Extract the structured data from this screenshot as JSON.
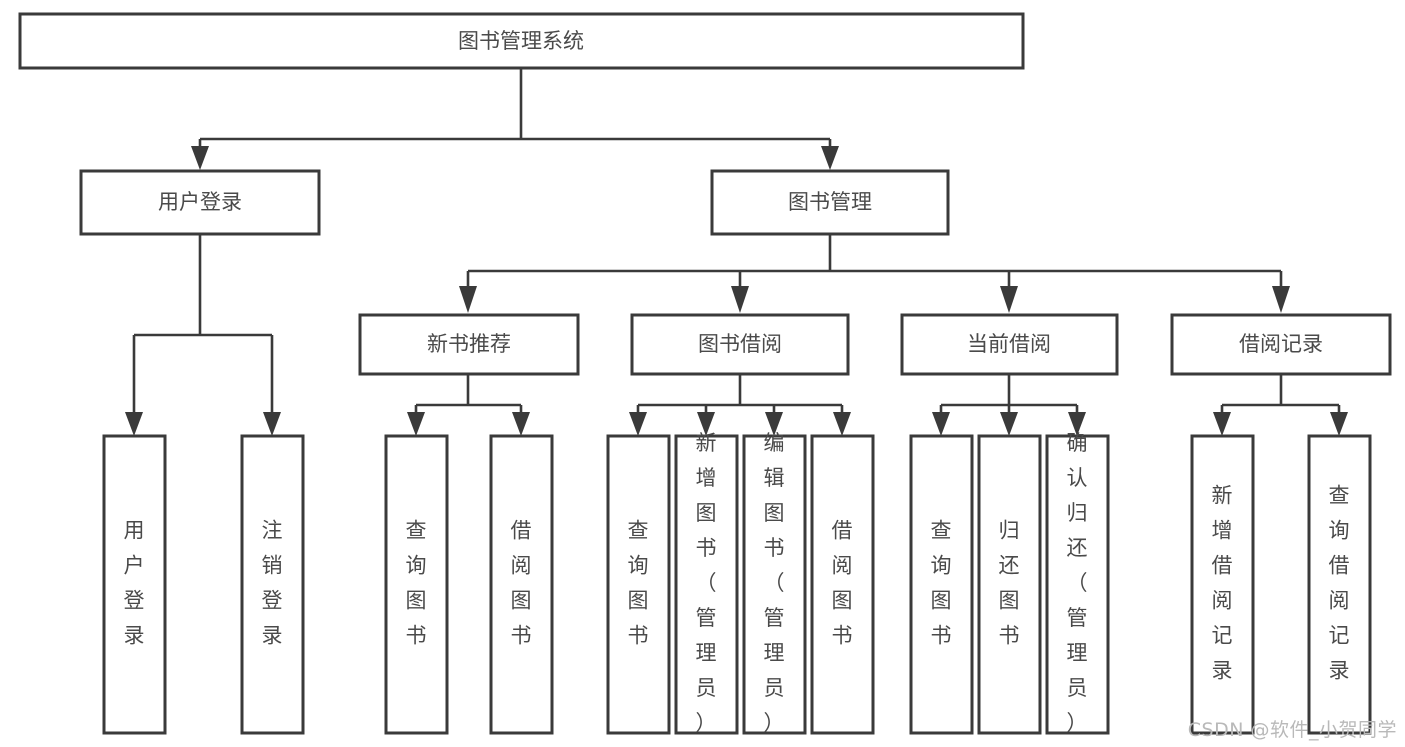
{
  "diagram": {
    "type": "tree-hierarchy-flowchart",
    "title": "图书管理系统",
    "orientation": "top-down",
    "colors": {
      "box_stroke": "#3a3a3a",
      "box_fill": "#ffffff",
      "text": "#4a4a4a",
      "connector": "#3a3a3a",
      "background": "#ffffff",
      "watermark": "#b9b9b9"
    },
    "root": {
      "id": "root",
      "label": "图书管理系统"
    },
    "level1": [
      {
        "id": "user-login",
        "label": "用户登录"
      },
      {
        "id": "book-manage",
        "label": "图书管理"
      }
    ],
    "level2": [
      {
        "id": "new-book-recommend",
        "label": "新书推荐",
        "parent": "book-manage"
      },
      {
        "id": "book-borrow",
        "label": "图书借阅",
        "parent": "book-manage"
      },
      {
        "id": "current-borrow",
        "label": "当前借阅",
        "parent": "book-manage"
      },
      {
        "id": "borrow-record",
        "label": "借阅记录",
        "parent": "book-manage"
      }
    ],
    "leaves": {
      "user-login": [
        {
          "id": "leaf-user-login",
          "label": "用户登录"
        },
        {
          "id": "leaf-user-logout",
          "label": "注销登录"
        }
      ],
      "new-book-recommend": [
        {
          "id": "leaf-query-book-1",
          "label": "查询图书"
        },
        {
          "id": "leaf-borrow-book-1",
          "label": "借阅图书"
        }
      ],
      "book-borrow": [
        {
          "id": "leaf-query-book-2",
          "label": "查询图书"
        },
        {
          "id": "leaf-add-book",
          "label": "新增图书（管理员）"
        },
        {
          "id": "leaf-edit-book",
          "label": "编辑图书（管理员）"
        },
        {
          "id": "leaf-borrow-book-2",
          "label": "借阅图书"
        }
      ],
      "current-borrow": [
        {
          "id": "leaf-query-book-3",
          "label": "查询图书"
        },
        {
          "id": "leaf-return-book",
          "label": "归还图书"
        },
        {
          "id": "leaf-confirm-return",
          "label": "确认归还（管理员）"
        }
      ],
      "borrow-record": [
        {
          "id": "leaf-add-record",
          "label": "新增借阅记录"
        },
        {
          "id": "leaf-query-record",
          "label": "查询借阅记录"
        }
      ]
    }
  },
  "watermark": {
    "text": "CSDN @软件_小贺同学"
  }
}
